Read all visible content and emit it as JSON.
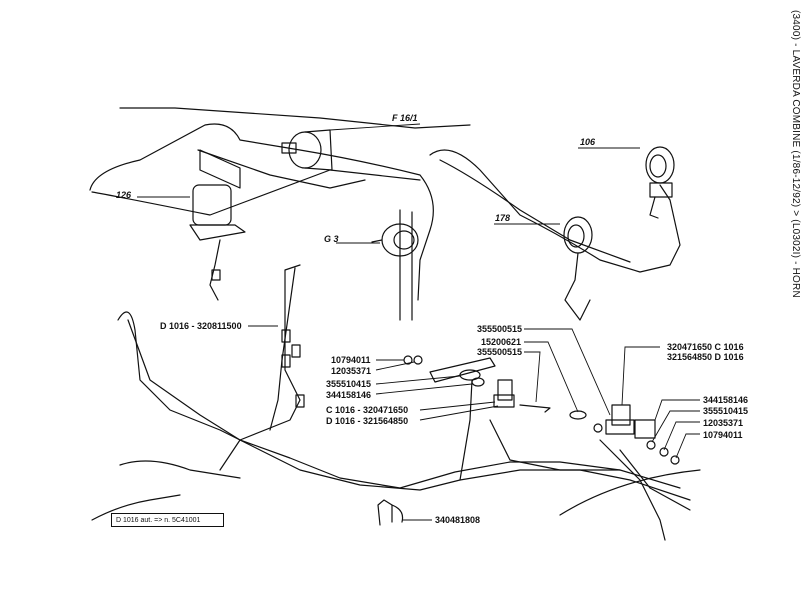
{
  "title": "(3400) - LAVERDA COMBINE (1/86-12/92) > (L0302I) - HORN",
  "refs": {
    "r126": "126",
    "r106": "106",
    "r178": "178",
    "rF161": "F 16/1",
    "rG3": "G 3"
  },
  "labels": {
    "d1016_320811500": "D 1016 - 320811500",
    "p10794011_l": "10794011",
    "p12035371_l": "12035371",
    "p355510415_l": "355510415",
    "p344158146_l": "344158146",
    "c1016_320471650": "C 1016 - 320471650",
    "d1016_321564850": "D 1016 - 321564850",
    "p355500515_a": "355500515",
    "p15200621": "15200621",
    "p355500515_b": "355500515",
    "r320471650_c1016": "320471650 C 1016",
    "r321564850_d1016": "321564850 D 1016",
    "p344158146_r": "344158146",
    "p355510415_r": "355510415",
    "p12035371_r": "12035371",
    "p10794011_r": "10794011",
    "p340481808": "340481808"
  },
  "note": "D 1016 aut. => n. 5C41001"
}
